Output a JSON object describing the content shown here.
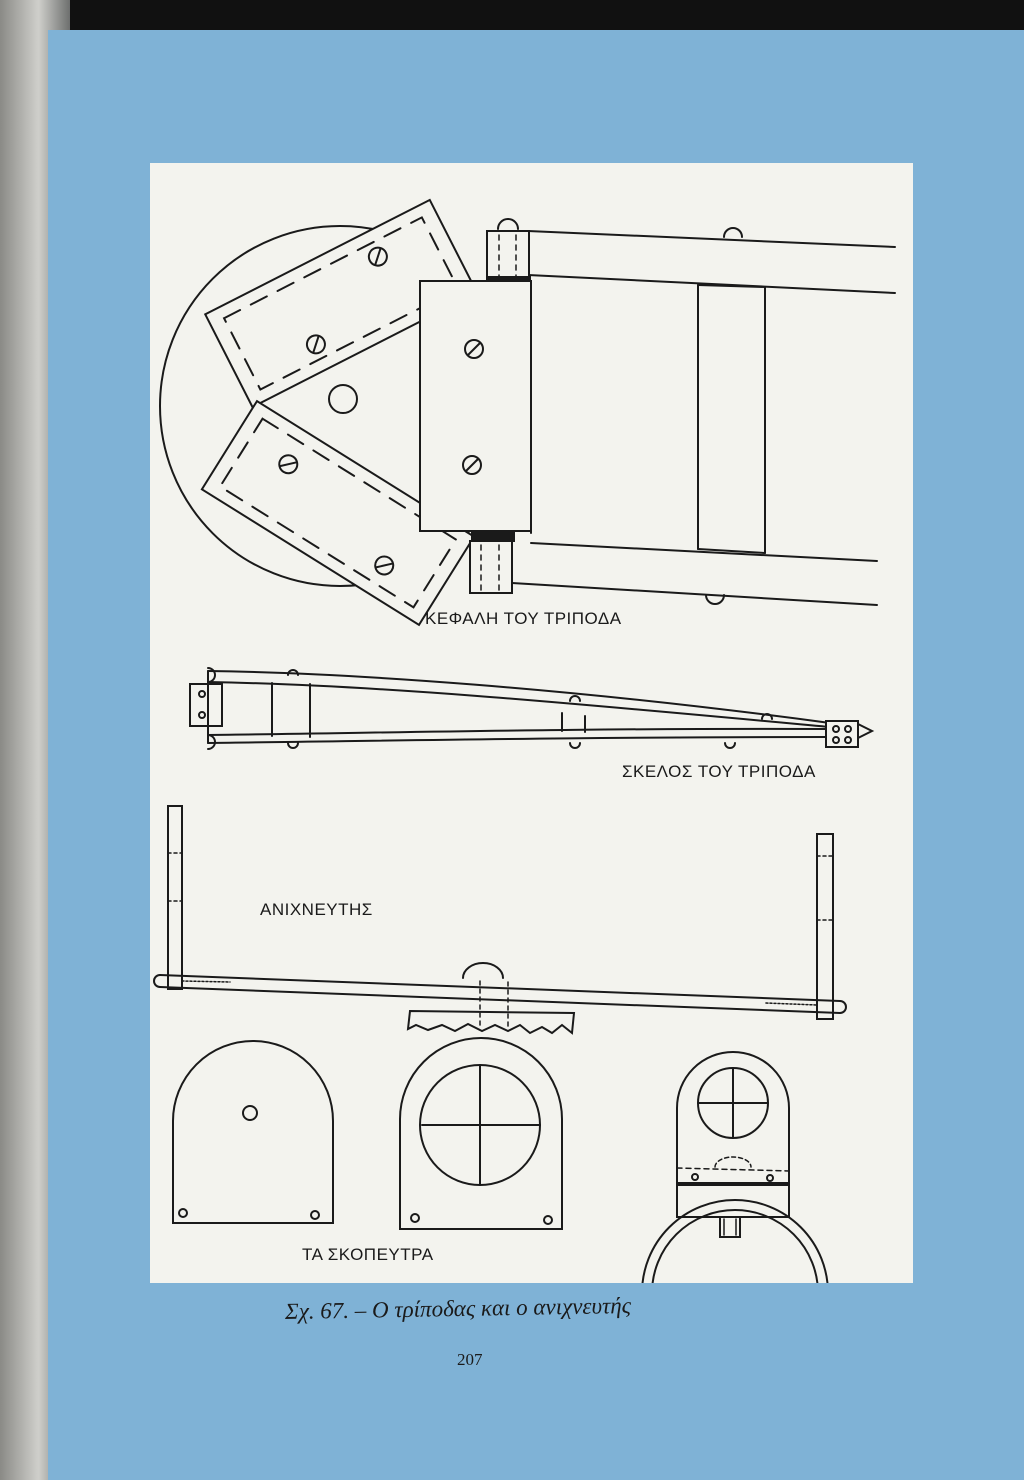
{
  "figure": {
    "labels": {
      "tripod_head": "ΚΕΦΑΛΗ ΤΟΥ ΤΡΙΠΟΔΑ",
      "tripod_leg": "ΣΚΕΛΟΣ ΤΟΥ ΤΡΙΠΟΔΑ",
      "alidade": "ΑΝΙΧΝΕΥΤΗΣ",
      "sights": "ΤΑ ΣΚΟΠΕΥΤΡΑ"
    },
    "caption": "Σχ. 67. – Ο τρίποδας και ο ανιχνευτής",
    "page_number": "207"
  },
  "colors": {
    "page_blue": "#7fb2d6",
    "panel": "#f3f3ee",
    "ink": "#1a1a1a"
  }
}
